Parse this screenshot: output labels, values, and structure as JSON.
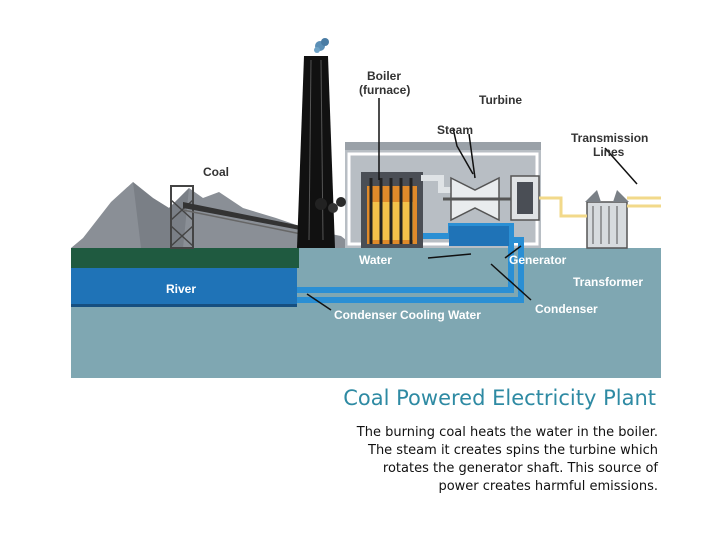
{
  "slide": {
    "title": "Coal Powered Electricity Plant",
    "caption_lines": [
      "The burning coal heats the water in the boiler.",
      "The steam it creates spins the turbine which",
      "rotates the generator shaft.  This source of",
      "power creates harmful emissions."
    ]
  },
  "diagram": {
    "labels": {
      "boiler_line1": "Boiler",
      "boiler_line2": "(furnace)",
      "turbine": "Turbine",
      "steam": "Steam",
      "transmission_line1": "Transmission",
      "transmission_line2": "Lines",
      "coal": "Coal",
      "water": "Water",
      "generator": "Generator",
      "transformer": "Transformer",
      "river": "River",
      "condenser": "Condenser",
      "condenser_cooling_water": "Condenser Cooling Water"
    },
    "colors": {
      "river": "#1f73b7",
      "ground": "#7fa7b2",
      "grass": "#1f5a40",
      "coal_pile": "#8a8f96",
      "plant_building": "#b8bec4",
      "water_pipe": "#2a8fd4",
      "fire": "#e08a2a",
      "transmission_line": "#f2d98a"
    }
  }
}
